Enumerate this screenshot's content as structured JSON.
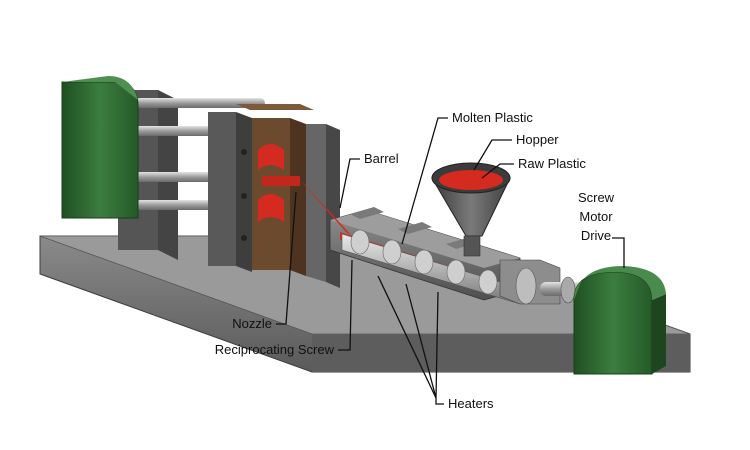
{
  "diagram": {
    "labels": {
      "molten_plastic": "Molten Plastic",
      "hopper": "Hopper",
      "raw_plastic": "Raw Plastic",
      "barrel": "Barrel",
      "screw_motor_drive": [
        "Screw",
        "Motor",
        "Drive"
      ],
      "nozzle": "Nozzle",
      "reciprocating_screw": "Reciprocating Screw",
      "heaters": "Heaters"
    },
    "colors": {
      "machine_gray": "#6e6e6e",
      "frame_dark": "#4a4a4a",
      "motor_green": "#2f6b32",
      "mold_brown": "#6b4a2e",
      "molten_red": "#d42a1f",
      "screw_silver": "#b9b9b9"
    }
  }
}
